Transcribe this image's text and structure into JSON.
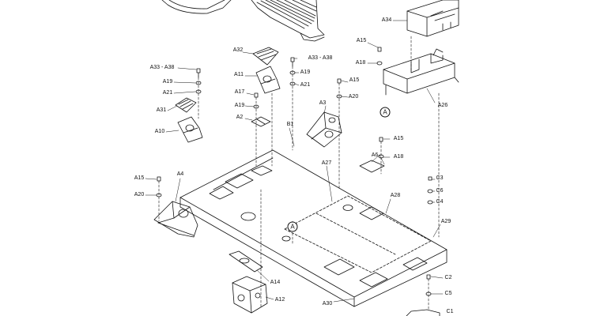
{
  "labels": {
    "a34": "A34",
    "a15_top": "A15",
    "a18_top": "A18",
    "a26": "A26",
    "a32": "A32",
    "a33_a38_mid": "A33 - A38",
    "a19_mid": "A19",
    "a21_mid": "A21",
    "a11": "A11",
    "a15_mid": "A15",
    "a33_a38_left": "A33 - A38",
    "a19_left": "A19",
    "a21_left": "A21",
    "a17": "A17",
    "a20_mid": "A20",
    "a3": "A3",
    "a19_lower": "A19",
    "a31": "A31",
    "a2": "A2",
    "a10": "A10",
    "b1": "B1",
    "a15_right": "A15",
    "a6": "A6",
    "a18_right": "A18",
    "a27": "A27",
    "c3": "C3",
    "c6": "C6",
    "c4": "C4",
    "a15_left": "A15",
    "a4": "A4",
    "a20_left": "A20",
    "a28": "A28",
    "a29": "A29",
    "a14": "A14",
    "a12": "A12",
    "a30": "A30",
    "c2": "C2",
    "c5": "C5",
    "c1": "C1"
  },
  "markers": {
    "ref_top": "A",
    "ref_floor": "A"
  }
}
